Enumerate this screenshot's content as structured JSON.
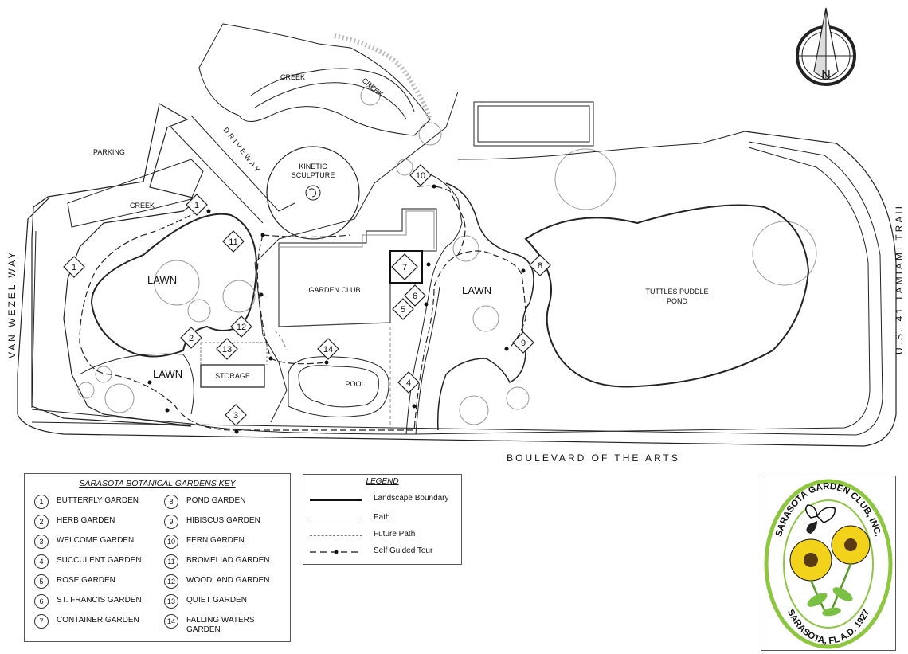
{
  "north_arrow": {
    "letter": "N",
    "icon": "north-arrow-icon"
  },
  "roads": {
    "west": "VAN WEZEL WAY",
    "east": "U.S. 41 TAMIAMI TRAIL",
    "south": "BOULEVARD OF THE ARTS",
    "driveway": "DRIVEWAY"
  },
  "map_labels": {
    "parking": "PARKING",
    "creek_west": "CREEK",
    "creek_north_1": "CREEK",
    "creek_north_2": "CREEK",
    "kinetic_1": "KINETIC",
    "kinetic_2": "SCULPTURE",
    "lawn_1": "LAWN",
    "lawn_2": "LAWN",
    "lawn_3": "LAWN",
    "garden_club": "GARDEN CLUB",
    "storage": "STORAGE",
    "pool": "POOL",
    "pond_1": "TUTTLES PUDDLE",
    "pond_2": "POND"
  },
  "markers": [
    {
      "num": "1"
    },
    {
      "num": "1"
    },
    {
      "num": "2"
    },
    {
      "num": "3"
    },
    {
      "num": "4"
    },
    {
      "num": "5"
    },
    {
      "num": "6"
    },
    {
      "num": "7"
    },
    {
      "num": "8"
    },
    {
      "num": "9"
    },
    {
      "num": "10"
    },
    {
      "num": "11"
    },
    {
      "num": "12"
    },
    {
      "num": "13"
    },
    {
      "num": "14"
    }
  ],
  "key": {
    "title": "SARASOTA BOTANICAL GARDENS KEY",
    "items": [
      {
        "num": "1",
        "name": "BUTTERFLY GARDEN"
      },
      {
        "num": "2",
        "name": "HERB GARDEN"
      },
      {
        "num": "3",
        "name": "WELCOME GARDEN"
      },
      {
        "num": "4",
        "name": "SUCCULENT GARDEN"
      },
      {
        "num": "5",
        "name": "ROSE GARDEN"
      },
      {
        "num": "6",
        "name": "ST. FRANCIS GARDEN"
      },
      {
        "num": "7",
        "name": "CONTAINER GARDEN"
      },
      {
        "num": "8",
        "name": "POND GARDEN"
      },
      {
        "num": "9",
        "name": "HIBISCUS GARDEN"
      },
      {
        "num": "10",
        "name": "FERN GARDEN"
      },
      {
        "num": "11",
        "name": "BROMELIAD GARDEN"
      },
      {
        "num": "12",
        "name": "WOODLAND GARDEN"
      },
      {
        "num": "13",
        "name": "QUIET GARDEN"
      },
      {
        "num": "14",
        "name": "FALLING WATERS GARDEN"
      }
    ]
  },
  "legend": {
    "title": "LEGEND",
    "items": [
      {
        "label": "Landscape Boundary",
        "style": "boundary"
      },
      {
        "label": "Path",
        "style": "path"
      },
      {
        "label": "Future Path",
        "style": "future"
      },
      {
        "label": "Self Guided Tour",
        "style": "tour"
      }
    ]
  },
  "logo": {
    "text_top": "SARASOTA GARDEN CLUB, INC.",
    "text_bottom": "SARASOTA, FL A.D. 1927",
    "colors": {
      "ring": "#8dc63f",
      "flower": "#f2d21b",
      "leaf": "#7ac143"
    }
  }
}
